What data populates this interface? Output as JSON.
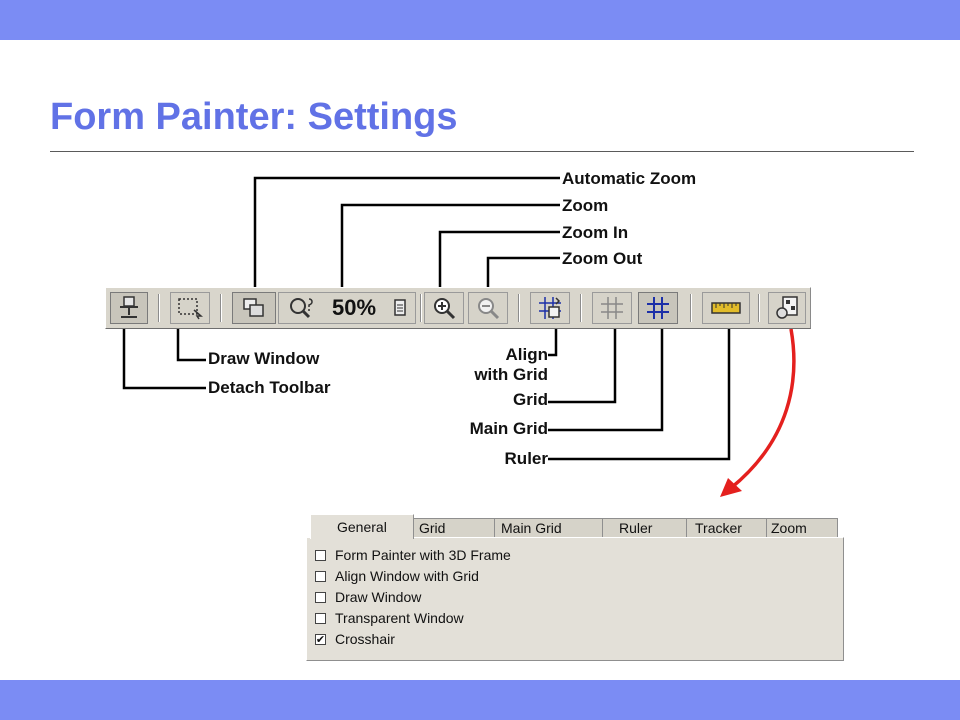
{
  "colors": {
    "band": "#7b8cf4",
    "title": "#6172e6",
    "leader_line": "#000000",
    "arrow": "#e4201e"
  },
  "slide": {
    "title": "Form Painter: Settings"
  },
  "toolbar": {
    "zoom_value": "50%",
    "buttons": [
      {
        "name": "detach-toolbar-button",
        "icon": "pin-icon"
      },
      {
        "name": "draw-window-button",
        "icon": "selection-rectangle-icon"
      },
      {
        "name": "automatic-zoom-button",
        "icon": "overlapping-windows-icon"
      },
      {
        "name": "zoom-button",
        "icon": "zoom-magnifier-icon"
      },
      {
        "name": "zoom-list-button",
        "icon": "dropdown-list-icon"
      },
      {
        "name": "zoom-in-button",
        "icon": "zoom-in-icon"
      },
      {
        "name": "zoom-out-button",
        "icon": "zoom-out-icon"
      },
      {
        "name": "align-with-grid-button",
        "icon": "align-grid-icon"
      },
      {
        "name": "grid-button",
        "icon": "grid-icon"
      },
      {
        "name": "main-grid-button",
        "icon": "main-grid-icon"
      },
      {
        "name": "ruler-button",
        "icon": "ruler-icon"
      },
      {
        "name": "settings-button",
        "icon": "settings-icon"
      }
    ]
  },
  "callouts": {
    "automatic_zoom": "Automatic Zoom",
    "zoom": "Zoom",
    "zoom_in": "Zoom In",
    "zoom_out": "Zoom Out",
    "draw_window": "Draw Window",
    "detach_toolbar": "Detach Toolbar",
    "align_line1": "Align",
    "align_line2": "with Grid",
    "grid": "Grid",
    "main_grid": "Main Grid",
    "ruler": "Ruler"
  },
  "dialog": {
    "tabs": [
      "General",
      "Grid",
      "Main Grid",
      "Ruler",
      "Tracker",
      "Zoom"
    ],
    "active_tab": "General",
    "options": [
      {
        "label": "Form Painter with 3D Frame",
        "checked": false
      },
      {
        "label": "Align Window with Grid",
        "checked": false
      },
      {
        "label": "Draw Window",
        "checked": false
      },
      {
        "label": "Transparent Window",
        "checked": false
      },
      {
        "label": "Crosshair",
        "checked": true
      }
    ]
  }
}
